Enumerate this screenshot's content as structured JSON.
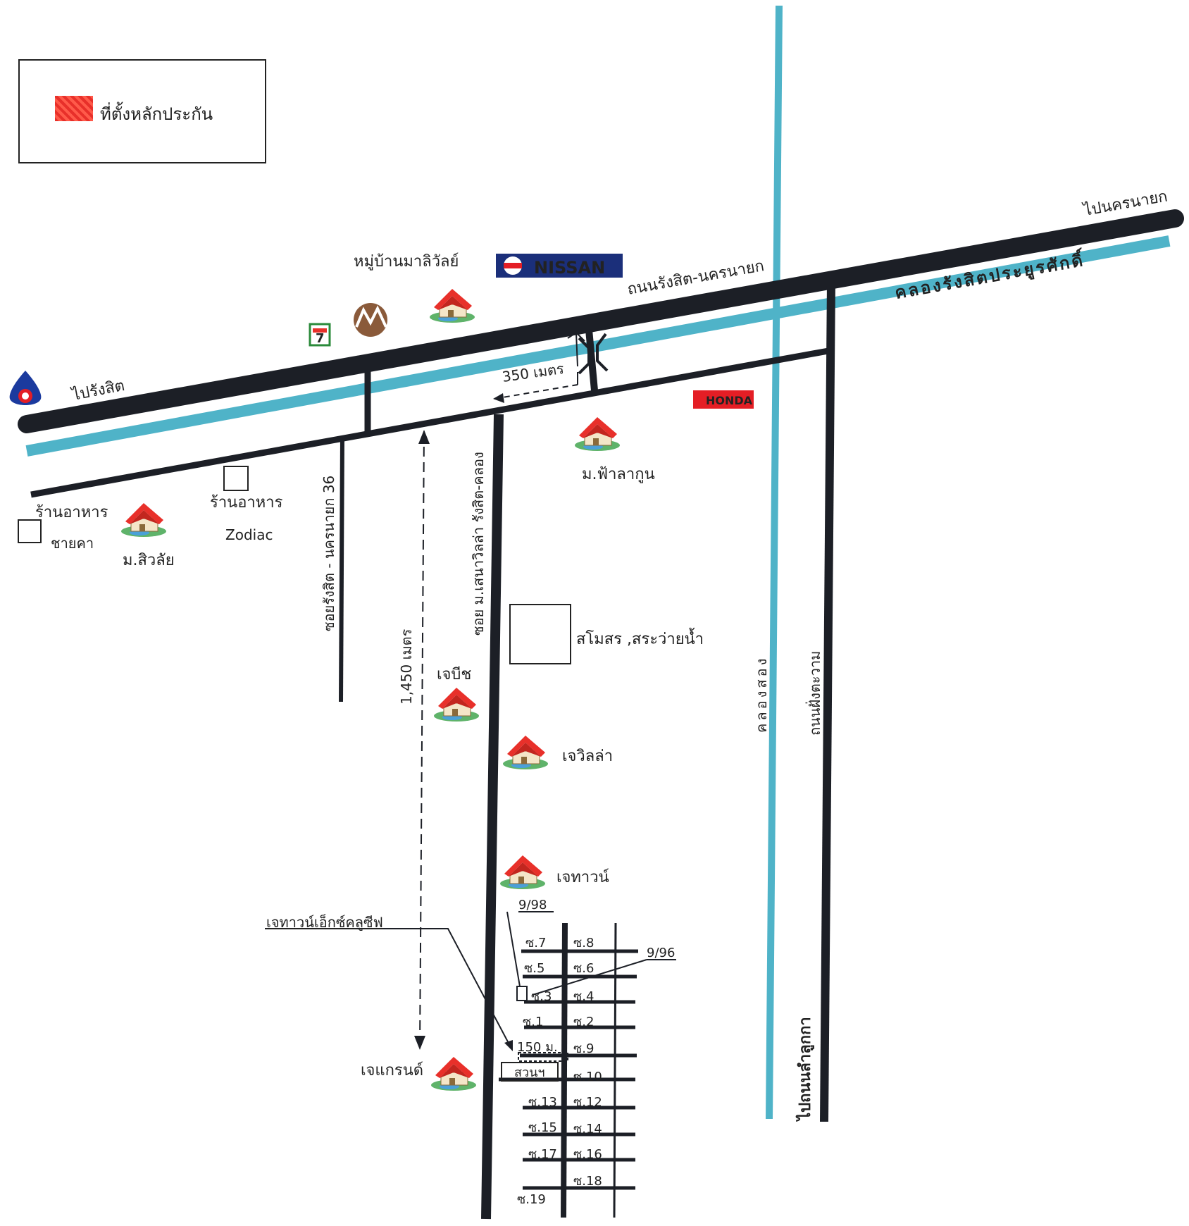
{
  "legend": {
    "label": "ที่ตั้งหลักประกัน",
    "color": "#e8302a"
  },
  "colors": {
    "road": "#1c1f26",
    "canal": "#4fb3c8",
    "house_roof": "#e8302a",
    "brand_nissan": "#1b2f7a",
    "brand_honda": "#e41e25"
  },
  "directions": {
    "to_rangsit": "ไปรังสิต",
    "to_nakhonnayok": "ไปนครนายก",
    "to_lamlukka": "ไปถนนลำลูกกา"
  },
  "roads": {
    "rangsit_nakhonnayok": "ถนนรังสิต-นครนายก",
    "khlong_rangsit": "คลองรังสิตประยูรศักดิ์",
    "soi_36": "ซอยรังสิต - นครนายก 36",
    "soi_rangsit_khlong": "ซอย ม.เสนาวิลล่า รังสิต-คลอง",
    "khlong_song": "คลองสอง",
    "fai_kwam": "ถนนฝั่งตะวาม"
  },
  "distances": {
    "d350": "350 เมตร",
    "d1450": "1,450 เมตร",
    "d150": "150 ม."
  },
  "places": {
    "maliwan": "หมู่บ้านมาลิวัลย์",
    "nissan": "NISSAN",
    "honda": "HONDA",
    "fahlagoon": "ม.ฟ้าลากูน",
    "restaurant_chaika_1": "ร้านอาหาร",
    "restaurant_chaika_2": "ชายคา",
    "siwalai": "ม.สิวลัย",
    "restaurant_zodiac_1": "ร้านอาหาร",
    "restaurant_zodiac_2": "Zodiac",
    "club": "สโมสร ,สระว่ายน้ำ",
    "jbeach": "เจบีช",
    "jvilla": "เจวิลล่า",
    "jtown": "เจทาวน์",
    "jgrand": "เจแกรนด์",
    "jtown_exclusive": "เจทาวน์เอ็กซ์คลูซีฟ",
    "garden": "สวนฯ"
  },
  "plots": {
    "p9_98": "9/98",
    "p9_96": "9/96"
  },
  "sois": {
    "s7": "ซ.7",
    "s8": "ซ.8",
    "s5": "ซ.5",
    "s6": "ซ.6",
    "s3": "ซ.3",
    "s4": "ซ.4",
    "s1": "ซ.1",
    "s2": "ซ.2",
    "s9": "ซ.9",
    "s10": "ซ.10",
    "s13": "ซ.13",
    "s12": "ซ.12",
    "s15": "ซ.15",
    "s14": "ซ.14",
    "s17": "ซ.17",
    "s16": "ซ.16",
    "s18": "ซ.18",
    "s19": "ซ.19"
  }
}
